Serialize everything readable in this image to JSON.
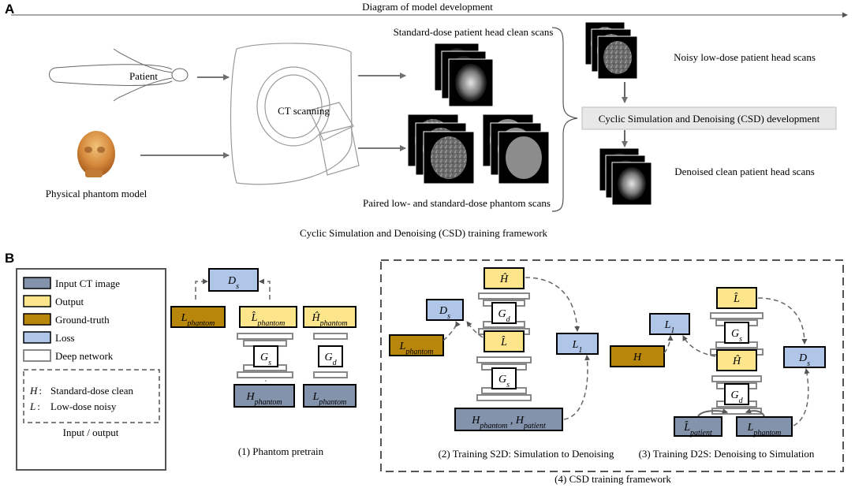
{
  "panel_a": {
    "letter": "A",
    "title": "Diagram of model development",
    "patient_label": "Patient",
    "ct_label": "CT scanning",
    "phantom_label": "Physical phantom model",
    "standard_dose_label": "Standard-dose patient head clean scans",
    "paired_label": "Paired low- and standard-dose phantom scans",
    "noisy_label": "Noisy low-dose patient head scans",
    "csd_dev_label": "Cyclic Simulation and Denoising (CSD) development",
    "denoised_label": "Denoised clean patient head scans"
  },
  "panel_b": {
    "letter": "B",
    "title": "Cyclic Simulation and Denoising (CSD) training framework",
    "legend": {
      "items": [
        {
          "label": "Input CT image",
          "color": "#8393ac"
        },
        {
          "label": "Output",
          "color": "#fde58c"
        },
        {
          "label": "Ground-truth",
          "color": "#b8860b"
        },
        {
          "label": "Loss",
          "color": "#afc6e8"
        },
        {
          "label": "Deep network",
          "color": "#ffffff"
        }
      ],
      "h_key": "H",
      "h_def": "Standard-dose clean",
      "l_key": "L",
      "l_def": "Low-dose noisy",
      "caption": "Input / output"
    },
    "sections": {
      "s1": "(1) Phantom pretrain",
      "s2": "(2) Training S2D: Simulation to Denoising",
      "s3": "(3) Training D2S: Denoising  to Simulation",
      "s4": "(4) CSD training framework"
    },
    "nodes": {
      "p1_ds": "Ds",
      "p1_lphantom_gt": "Lphantom",
      "p1_lhat_out": "L̂phantom",
      "p1_hhat_out": "Ĥphantom",
      "p1_gs": "Gs",
      "p1_gd": "Gd",
      "p1_h_in": "Hphantom",
      "p1_l_in": "Lphantom",
      "p2_hhat": "Ĥ",
      "p2_gd": "Gd",
      "p2_ds": "Ds",
      "p2_lphantom_gt": "Lphantom",
      "p2_lhat": "L̂",
      "p2_gs": "Gs",
      "p2_l1": "L1",
      "p2_in": "Hphantom , Hpatient",
      "p3_lhat": "L̂",
      "p3_gs": "Gs",
      "p3_l1": "L1",
      "p3_h_gt": "H",
      "p3_hhat": "Ĥ",
      "p3_gd": "Gd",
      "p3_ds": "Ds",
      "p3_lhat_in": "L̂patient",
      "p3_l_in": "Lphantom"
    }
  }
}
